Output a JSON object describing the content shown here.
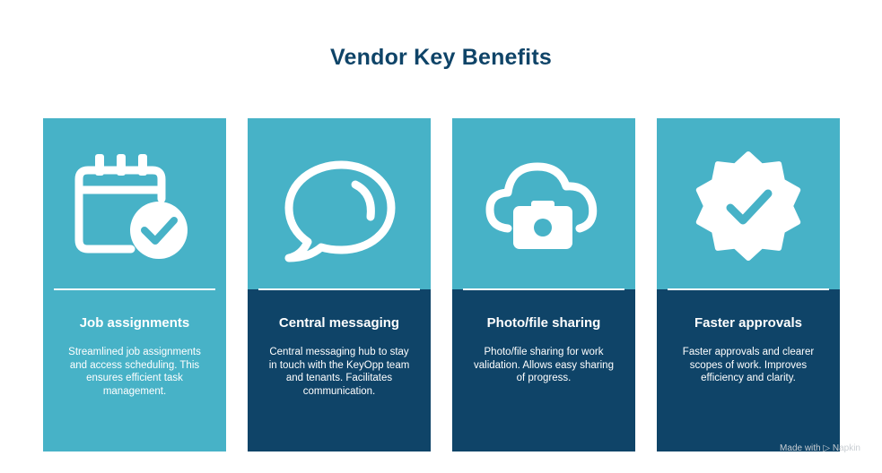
{
  "title": "Vendor Key Benefits",
  "cards": [
    {
      "heading": "Job assignments",
      "description": "Streamlined job assignments and access scheduling. This ensures efficient task management.",
      "icon": "calendar-check-icon"
    },
    {
      "heading": "Central messaging",
      "description": "Central messaging hub to stay in touch with the KeyOpp team and tenants. Facilitates communication.",
      "icon": "speech-bubble-icon"
    },
    {
      "heading": "Photo/file sharing",
      "description": "Photo/file sharing for work validation. Allows easy sharing of progress.",
      "icon": "cloud-camera-icon"
    },
    {
      "heading": "Faster approvals",
      "description": "Faster approvals and clearer scopes of work. Improves efficiency and clarity.",
      "icon": "verified-badge-icon"
    }
  ],
  "watermark": "Made with ▷ Napkin",
  "colors": {
    "teal": "#47b2c7",
    "navy": "#0f4468",
    "white": "#ffffff"
  }
}
